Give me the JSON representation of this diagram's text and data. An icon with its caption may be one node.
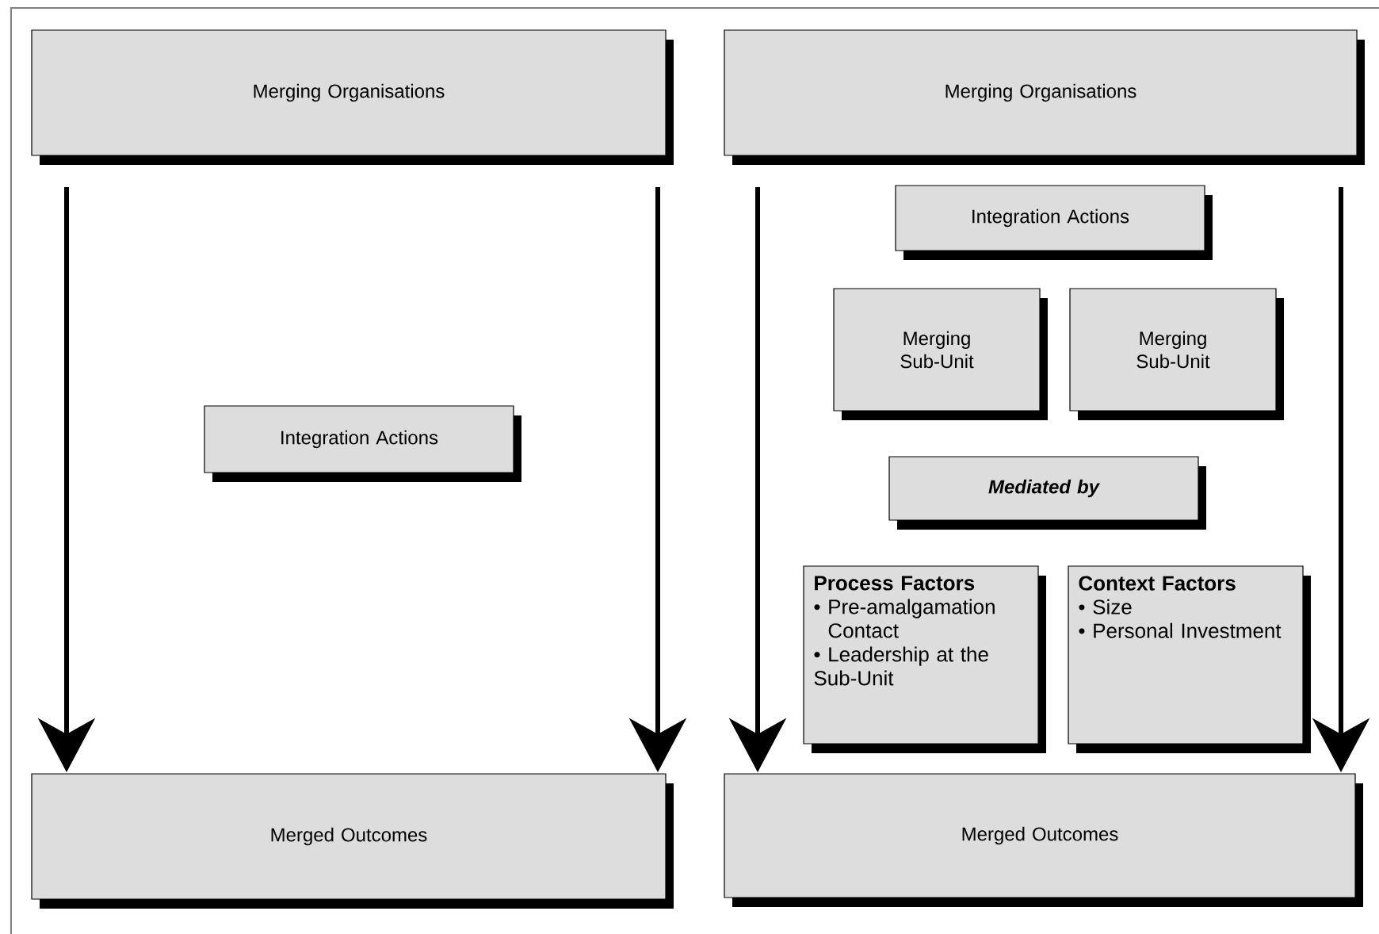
{
  "diagram": {
    "nodes": [
      {
        "text": [
          "Merging Organisations"
        ]
      },
      {
        "text": [
          "Integration Actions"
        ]
      },
      {
        "text": [
          "Merged Outcomes"
        ]
      },
      {
        "text": [
          "Merging Organisations"
        ]
      },
      {
        "text": [
          "Integration Actions"
        ]
      },
      {
        "text": [
          "Merging Sub-Unit"
        ]
      },
      {
        "text": [
          "Merging Sub-Unit"
        ]
      },
      {
        "text": [
          "Mediated by"
        ]
      },
      {
        "text": [
          "Process Factors",
          "• Pre-amalgamation Contact",
          "• Leadership at the Sub-Unit"
        ]
      },
      {
        "text": [
          "Context Factors",
          "• Size",
          "• Personal Investment"
        ]
      },
      {
        "text": [
          "Merged Outcomes"
        ]
      }
    ],
    "edges": [
      {
        "from": 0,
        "to": 2,
        "arrow": "to"
      },
      {
        "from": 0,
        "to": 2,
        "arrow": "to"
      },
      {
        "from": 3,
        "to": 10,
        "arrow": "to"
      },
      {
        "from": 3,
        "to": 10,
        "arrow": "to"
      }
    ]
  }
}
